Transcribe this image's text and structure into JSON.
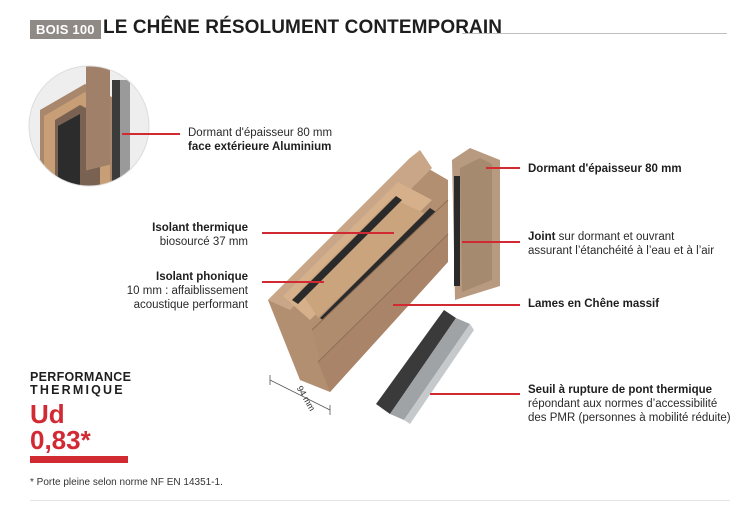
{
  "header": {
    "tag": "BOIS 100",
    "title": "LE CHÊNE RÉSOLUMENT CONTEMPORAIN"
  },
  "callouts": {
    "dormant_alu": {
      "line1": "Dormant d'épaisseur 80 mm",
      "line2": "face extérieure Aluminium"
    },
    "isolant_thermique": {
      "title": "Isolant thermique",
      "text": "biosourcé 37 mm"
    },
    "isolant_phonique": {
      "title": "Isolant phonique",
      "line1": "10 mm : affaiblissement",
      "line2": "acoustique performant"
    },
    "dormant": {
      "title": "Dormant d'épaisseur 80 mm"
    },
    "joint": {
      "title": "Joint",
      "text1": " sur dormant et ouvrant",
      "text2": "assurant l’étanchéité à l’eau et à l’air"
    },
    "lames": {
      "title": "Lames en Chêne massif"
    },
    "seuil": {
      "title": "Seuil à rupture de pont thermique",
      "line1": "répondant aux normes d’accessibilité",
      "line2": "des PMR (personnes à mobilité réduite)"
    }
  },
  "dimension_label": "94 mm",
  "performance": {
    "line1": "PERFORMANCE",
    "line2": "THERMIQUE",
    "value": "Ud 0,83*"
  },
  "footnote": "* Porte pleine selon norme NF EN 14351-1.",
  "colors": {
    "accent": "#d12a33",
    "tag_bg": "#8f8a85",
    "oak": "#b8957a",
    "core": "#caa27e"
  }
}
